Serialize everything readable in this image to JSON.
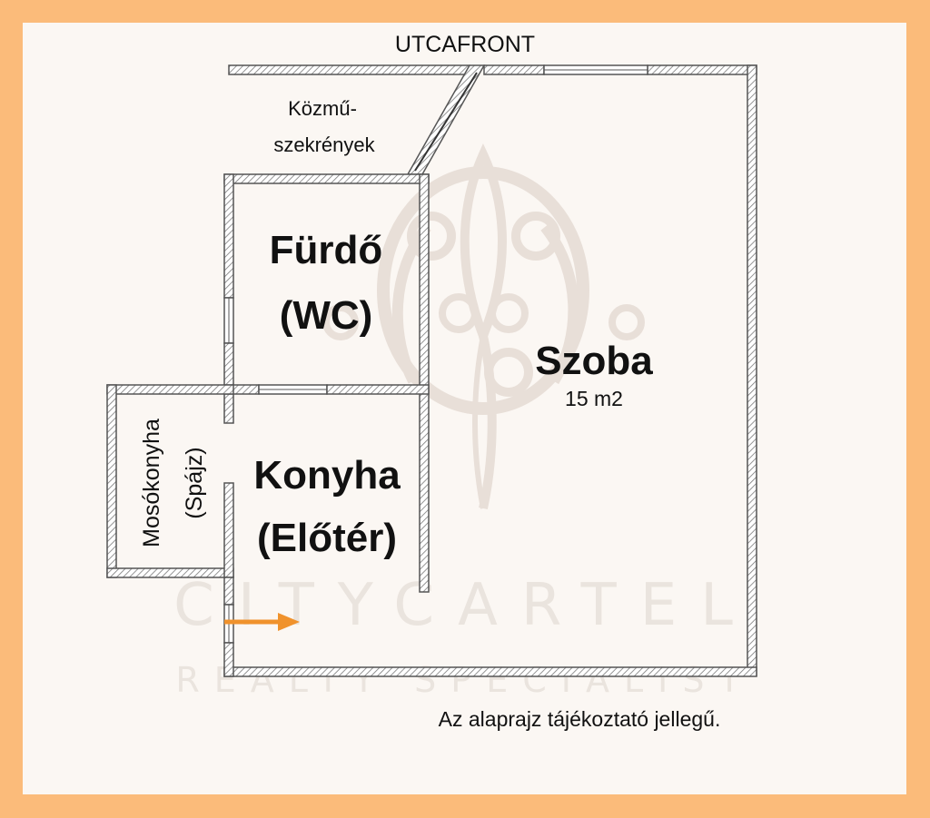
{
  "brand": {
    "wordmark": "CITYCARTEL",
    "tagline": "REALTY SPECIALIST"
  },
  "plan": {
    "street_label": "UTCAFRONT",
    "utility_label_1": "Közmű-",
    "utility_label_2": "szekrények",
    "bathroom_label_1": "Fürdő",
    "bathroom_label_2": "(WC)",
    "room_label": "Szoba",
    "room_area": "15 m2",
    "kitchen_label_1": "Konyha",
    "kitchen_label_2": "(Előtér)",
    "scullery_label_1": "Mosókonyha",
    "scullery_label_2": "(Spájz)",
    "disclaimer": "Az alaprajz tájékoztató jellegű."
  },
  "colors": {
    "frame": "#fbbb7a",
    "paper": "#fbf7f3",
    "wall": "#6b6b6b",
    "entrance_arrow": "#f0922c"
  },
  "icons": {
    "entrance": "right-arrow-icon"
  }
}
